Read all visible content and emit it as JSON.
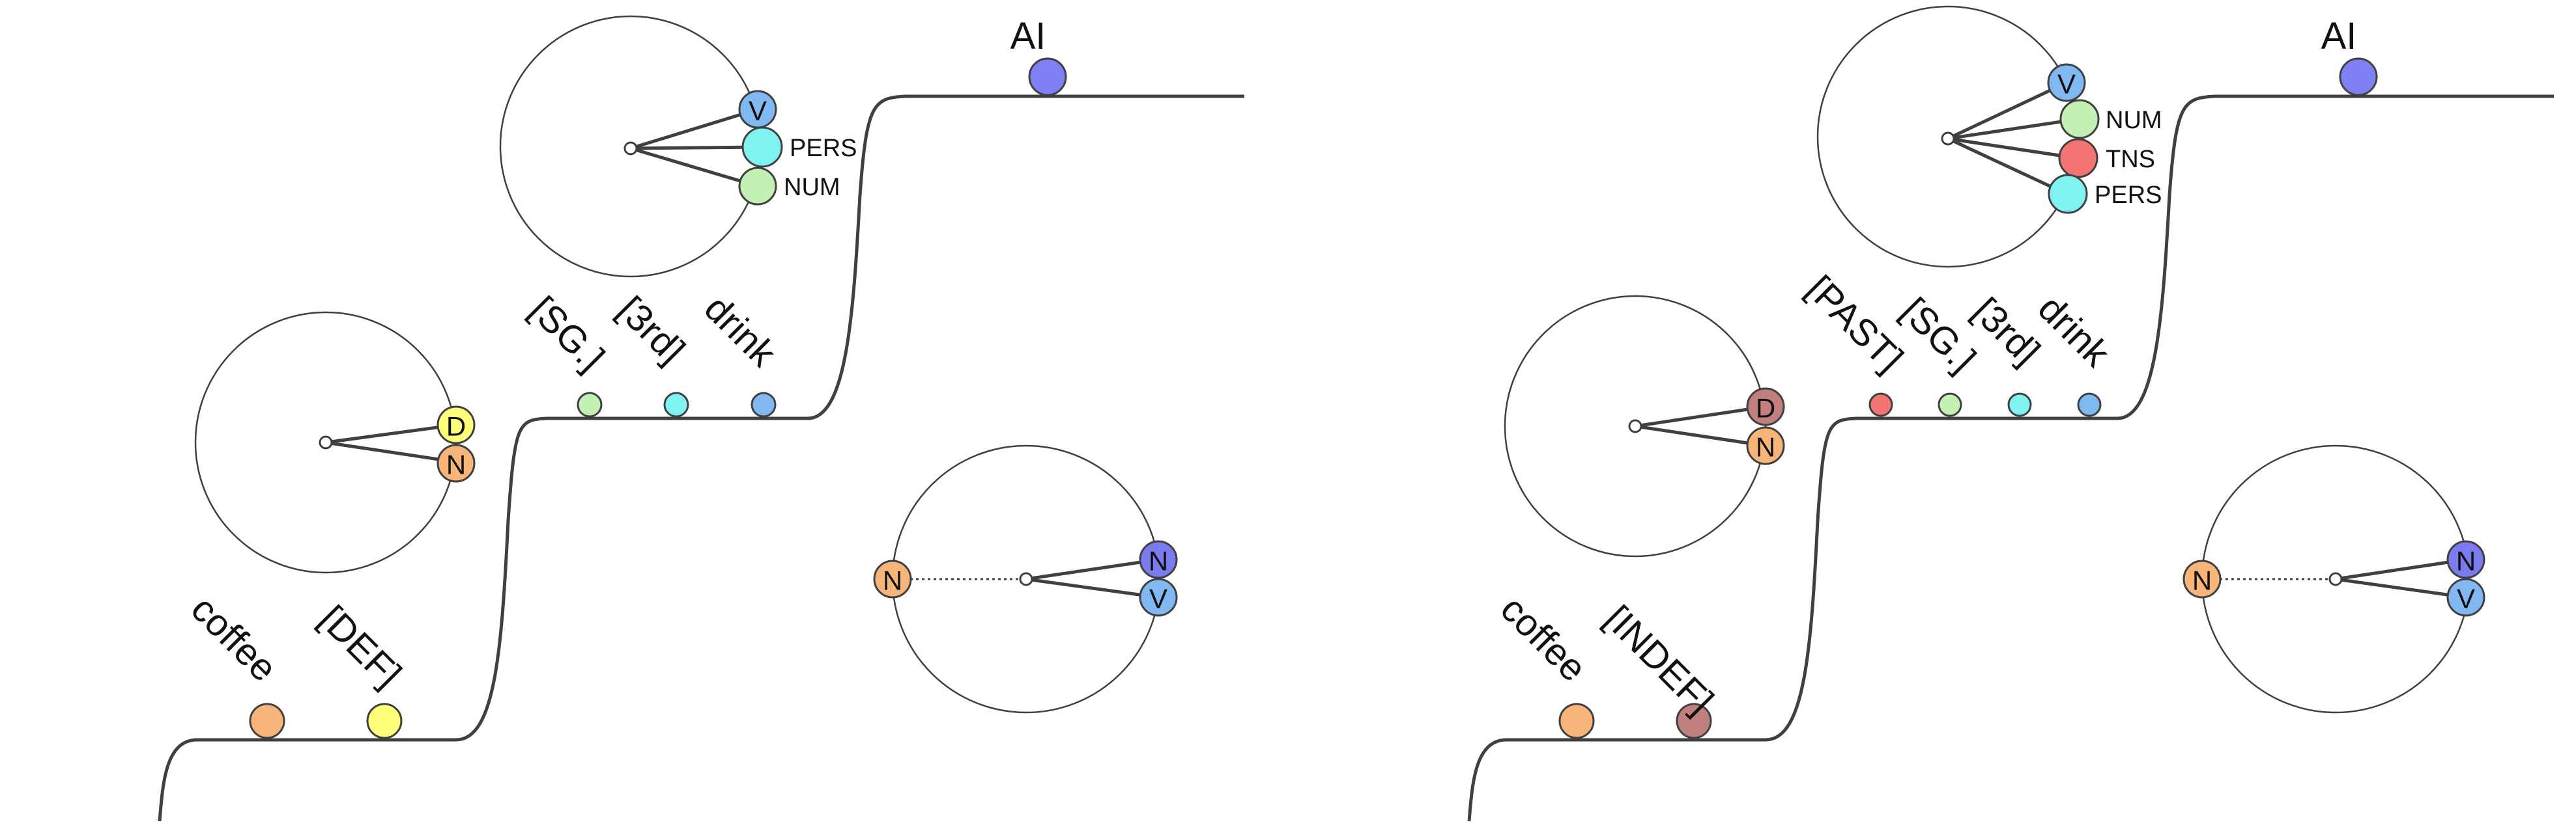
{
  "colors": {
    "coffee": "#f7b57a",
    "def": "#ffff7a",
    "indef": "#c17f7d",
    "sg": "#c5f0b3",
    "third": "#7ff2f2",
    "drink": "#80b8f2",
    "past": "#f47373",
    "ai": "#8080f5"
  },
  "panels": [
    {
      "id": "left",
      "top_label": "AI",
      "words": [
        "coffee",
        "[DEF]",
        "[SG.]",
        "[3rd]",
        "drink"
      ],
      "dn_wheel": [
        "D",
        "N"
      ],
      "verb_wheel": {
        "node_label": "V",
        "side_labels": [
          "PERS",
          "NUM"
        ]
      },
      "nv_wheel": {
        "left": "N",
        "right": [
          "N",
          "V"
        ]
      }
    },
    {
      "id": "right",
      "top_label": "AI",
      "words": [
        "coffee",
        "[INDEF]",
        "[PAST]",
        "[SG.]",
        "[3rd]",
        "drink"
      ],
      "dn_wheel": [
        "D",
        "N"
      ],
      "verb_wheel": {
        "node_label": "V",
        "side_labels": [
          "NUM",
          "TNS",
          "PERS"
        ]
      },
      "nv_wheel": {
        "left": "N",
        "right": [
          "N",
          "V"
        ]
      }
    }
  ]
}
